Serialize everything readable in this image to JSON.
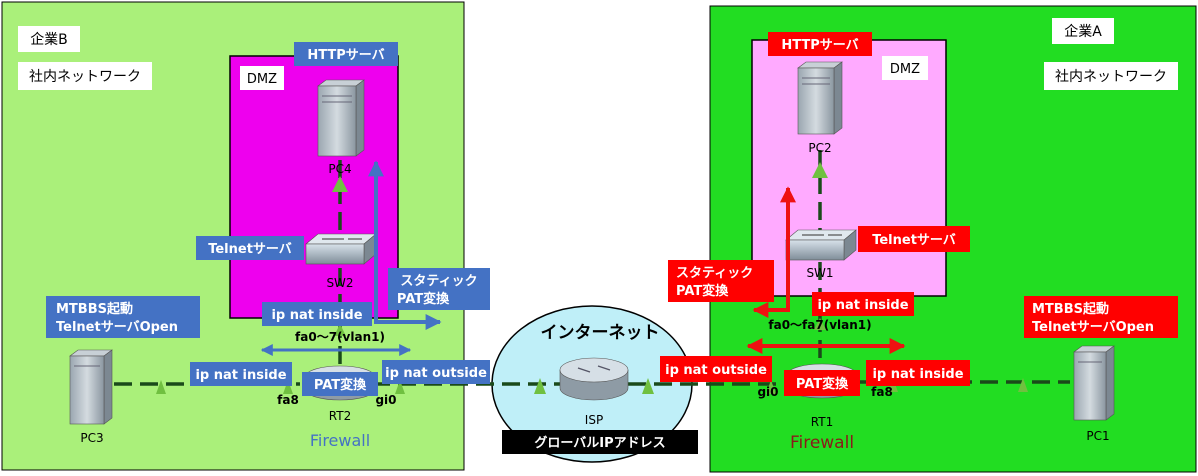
{
  "colors": {
    "company_b_bg": "#aaf07a",
    "company_a_bg": "#22dd22",
    "dmz_b_bg": "#ee00ee",
    "dmz_a_bg": "#ffaaff",
    "internet_bg": "#bfeff8",
    "blue_label": "#4472c4",
    "red_label": "#ff0000",
    "link_dash": "#1a4a1a",
    "link_marker": "#70c040"
  },
  "company_b": {
    "name": "企業B",
    "network": "社内ネットワーク",
    "dmz": "DMZ",
    "http_server_label": "HTTPサーバ",
    "telnet_server_label": "Telnetサーバ",
    "pc4": "PC4",
    "sw2": "SW2",
    "pc3": "PC3",
    "rt2": "RT2",
    "firewall": "Firewall",
    "mtbbs": [
      "MTBBS起動",
      "TelnetサーバOpen"
    ],
    "static_pat": [
      "スタティック",
      "PAT変換"
    ],
    "ip_nat_inside_top": "ip nat inside",
    "vlan": "fa0～7(vlan1)",
    "ip_nat_inside_left": "ip nat inside",
    "pat": "PAT変換",
    "ip_nat_outside": "ip nat outside",
    "fa8": "fa8",
    "gi0": "gi0"
  },
  "company_a": {
    "name": "企業A",
    "network": "社内ネットワーク",
    "dmz": "DMZ",
    "http_server_label": "HTTPサーバ",
    "telnet_server_label": "Telnetサーバ",
    "pc2": "PC2",
    "sw1": "SW1",
    "pc1": "PC1",
    "rt1": "RT1",
    "firewall": "Firewall",
    "mtbbs": [
      "MTBBS起動",
      "TelnetサーバOpen"
    ],
    "static_pat": [
      "スタティック",
      "PAT変換"
    ],
    "ip_nat_inside_top": "ip nat inside",
    "vlan": "fa0～fa7(vlan1)",
    "ip_nat_outside": "ip nat outside",
    "pat": "PAT変換",
    "ip_nat_inside_right": "ip nat inside",
    "gi0": "gi0",
    "fa8": "fa8"
  },
  "internet": {
    "title": "インターネット",
    "isp": "ISP",
    "global_ip": "グローバルIPアドレス"
  }
}
